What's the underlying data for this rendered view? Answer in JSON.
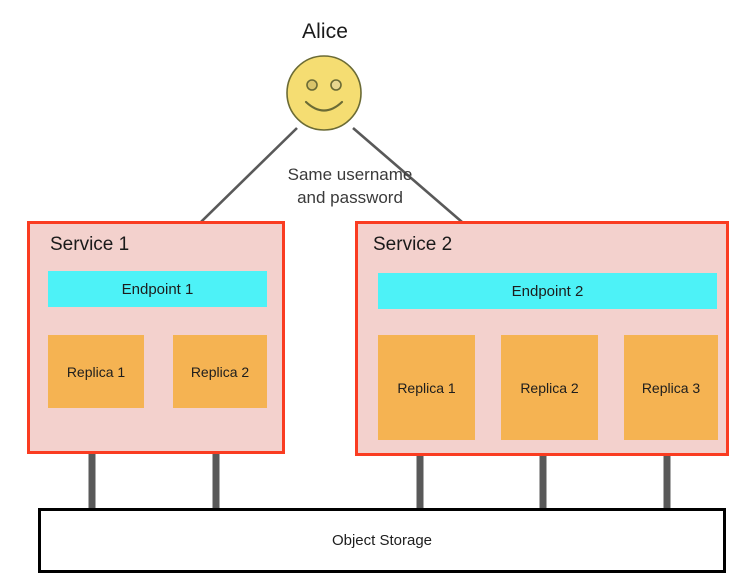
{
  "actor": {
    "name": "Alice",
    "icon": "smiley-face-icon"
  },
  "note": {
    "line1": "Same username",
    "line2": "and password"
  },
  "services": [
    {
      "id": "service-1",
      "title": "Service 1",
      "endpoint": "Endpoint 1",
      "replicas": [
        "Replica 1",
        "Replica 2"
      ]
    },
    {
      "id": "service-2",
      "title": "Service 2",
      "endpoint": "Endpoint 2",
      "replicas": [
        "Replica 1",
        "Replica 2",
        "Replica 3"
      ]
    }
  ],
  "storage": {
    "label": "Object Storage"
  },
  "colors": {
    "service_fill": "#f3d1cd",
    "service_border": "#fa3c21",
    "endpoint_fill": "#4df2f7",
    "replica_fill": "#f5b352",
    "connector": "#595959",
    "face_fill": "#f5dd72",
    "face_stroke": "#6b6b35",
    "storage_border": "#000000",
    "text": "#1d1d1d"
  }
}
